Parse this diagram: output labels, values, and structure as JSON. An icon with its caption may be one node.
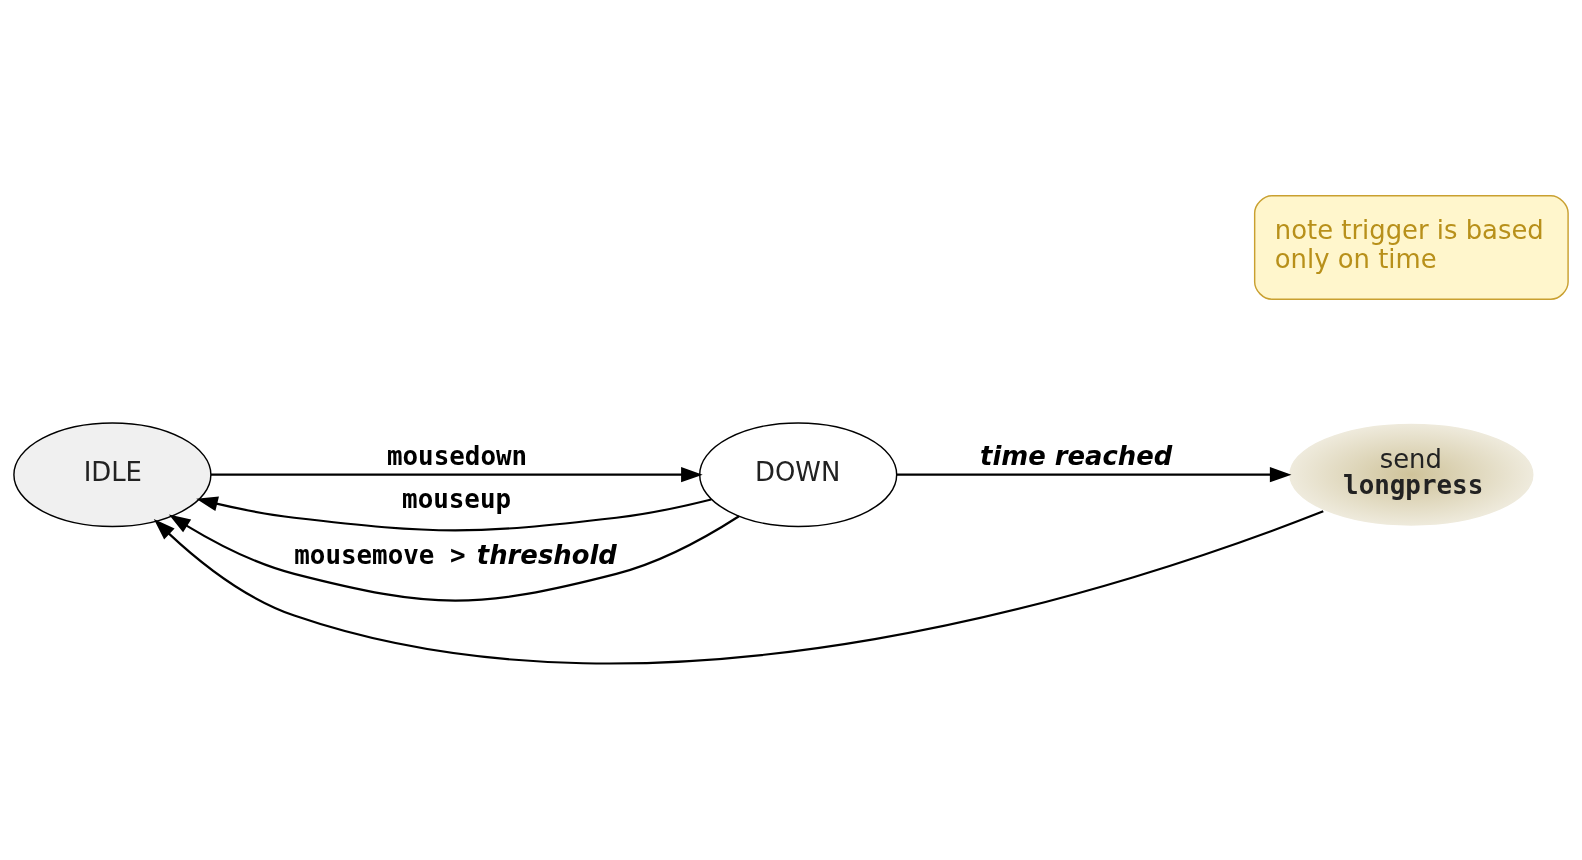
{
  "diagram": {
    "nodes": [
      {
        "text": [
          "IDLE"
        ]
      },
      {
        "text": [
          "DOWN"
        ]
      },
      {
        "text": [
          "send",
          "longpress"
        ]
      },
      {
        "text": [
          "note trigger is based only on time"
        ]
      }
    ],
    "edges": [
      {
        "from": 0,
        "to": 1,
        "arrow": "to",
        "label": "mousedown"
      },
      {
        "from": 1,
        "to": 0,
        "arrow": "to",
        "label": "mouseup"
      },
      {
        "from": 1,
        "to": 0,
        "arrow": "to",
        "label": "mousemove > *threshold*"
      },
      {
        "from": 1,
        "to": 2,
        "arrow": "to",
        "label": "time reached"
      },
      {
        "from": 2,
        "to": 0,
        "arrow": "to"
      }
    ]
  }
}
